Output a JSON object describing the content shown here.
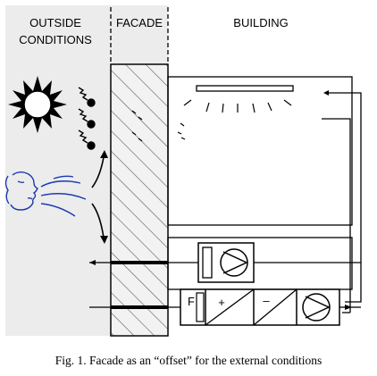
{
  "diagram": {
    "headers": {
      "outside_line1": "OUTSIDE",
      "outside_line2": "CONDITIONS",
      "facade": "FACADE",
      "building": "BUILDING"
    },
    "unit_labels": {
      "filter": "F",
      "heater": "+",
      "cooler": "–"
    },
    "colors": {
      "outside_bg": "#ececec",
      "line": "#000000",
      "wind": "#1a3bb0"
    },
    "icons": [
      "sun-icon",
      "radiation-arrow-icon",
      "wind-face-icon",
      "fan-icon",
      "heat-recovery-icon"
    ]
  },
  "caption": "Fig. 1. Facade as an “offset” for the external conditions"
}
